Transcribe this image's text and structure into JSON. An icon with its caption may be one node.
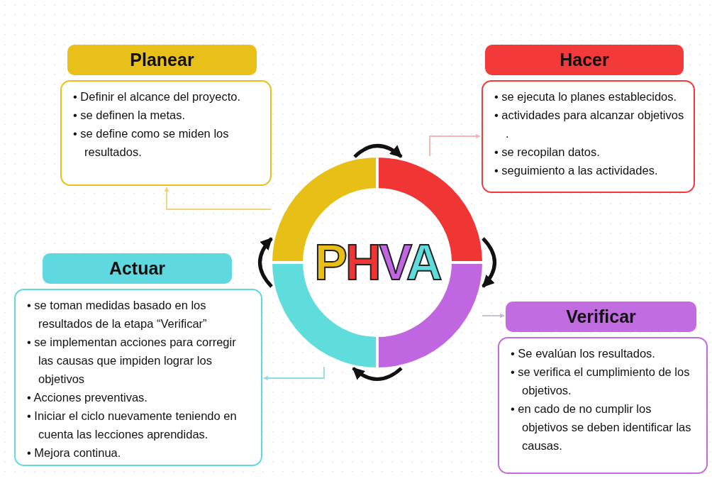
{
  "diagram": {
    "nodes": [
      {
        "text": [
          "Planear",
          "• Definir el alcance del proyecto.",
          "• se definen la metas.",
          "• se define como se miden los resultados."
        ]
      },
      {
        "text": [
          "Hacer",
          "• se ejecuta lo planes establecidos.",
          "• actividades para alcanzar objetivos .",
          "• se recopilan datos.",
          "• seguimiento a las actividades."
        ]
      },
      {
        "text": [],
        "shape": "arc"
      },
      {
        "text": [],
        "shape": "arc"
      },
      {
        "text": [],
        "shape": "arc"
      },
      {
        "text": [],
        "shape": "arc"
      },
      {
        "text": [
          "Actuar",
          "• se toman medidas basado en los resultados de la etapa “Verificar”",
          "• se implementan acciones para corregir las causas que impiden lograr los objetivos",
          "• Acciones preventivas.",
          "• Iniciar el ciclo nuevamente teniendo en cuenta las lecciones aprendidas.",
          "• Mejora continua."
        ]
      },
      {
        "text": [
          "Verificar",
          "• Se evalúan los resultados.",
          "• se verifica el cumplimiento de los objetivos.",
          "• en cado de no cumplir los objetivos se deben identificar las causas."
        ]
      }
    ],
    "edges": [
      {
        "from": 2,
        "to": 0,
        "arrow": "to",
        "color": "#f0d27a"
      },
      {
        "from": 3,
        "to": 1,
        "arrow": "to",
        "color": "#f3b3b3"
      },
      {
        "from": 5,
        "to": 7,
        "arrow": "to",
        "color": "#c7b9d3"
      },
      {
        "from": 4,
        "to": 6,
        "arrow": "to",
        "color": "#8fdde0"
      },
      {
        "from": 2,
        "to": 3,
        "arrow": "to",
        "style": "thick"
      },
      {
        "from": 3,
        "to": 5,
        "arrow": "to",
        "style": "thick"
      },
      {
        "from": 5,
        "to": 4,
        "arrow": "to",
        "style": "thick"
      },
      {
        "from": 4,
        "to": 2,
        "arrow": "to",
        "style": "thick"
      }
    ],
    "labels": [
      "PHVA"
    ]
  }
}
